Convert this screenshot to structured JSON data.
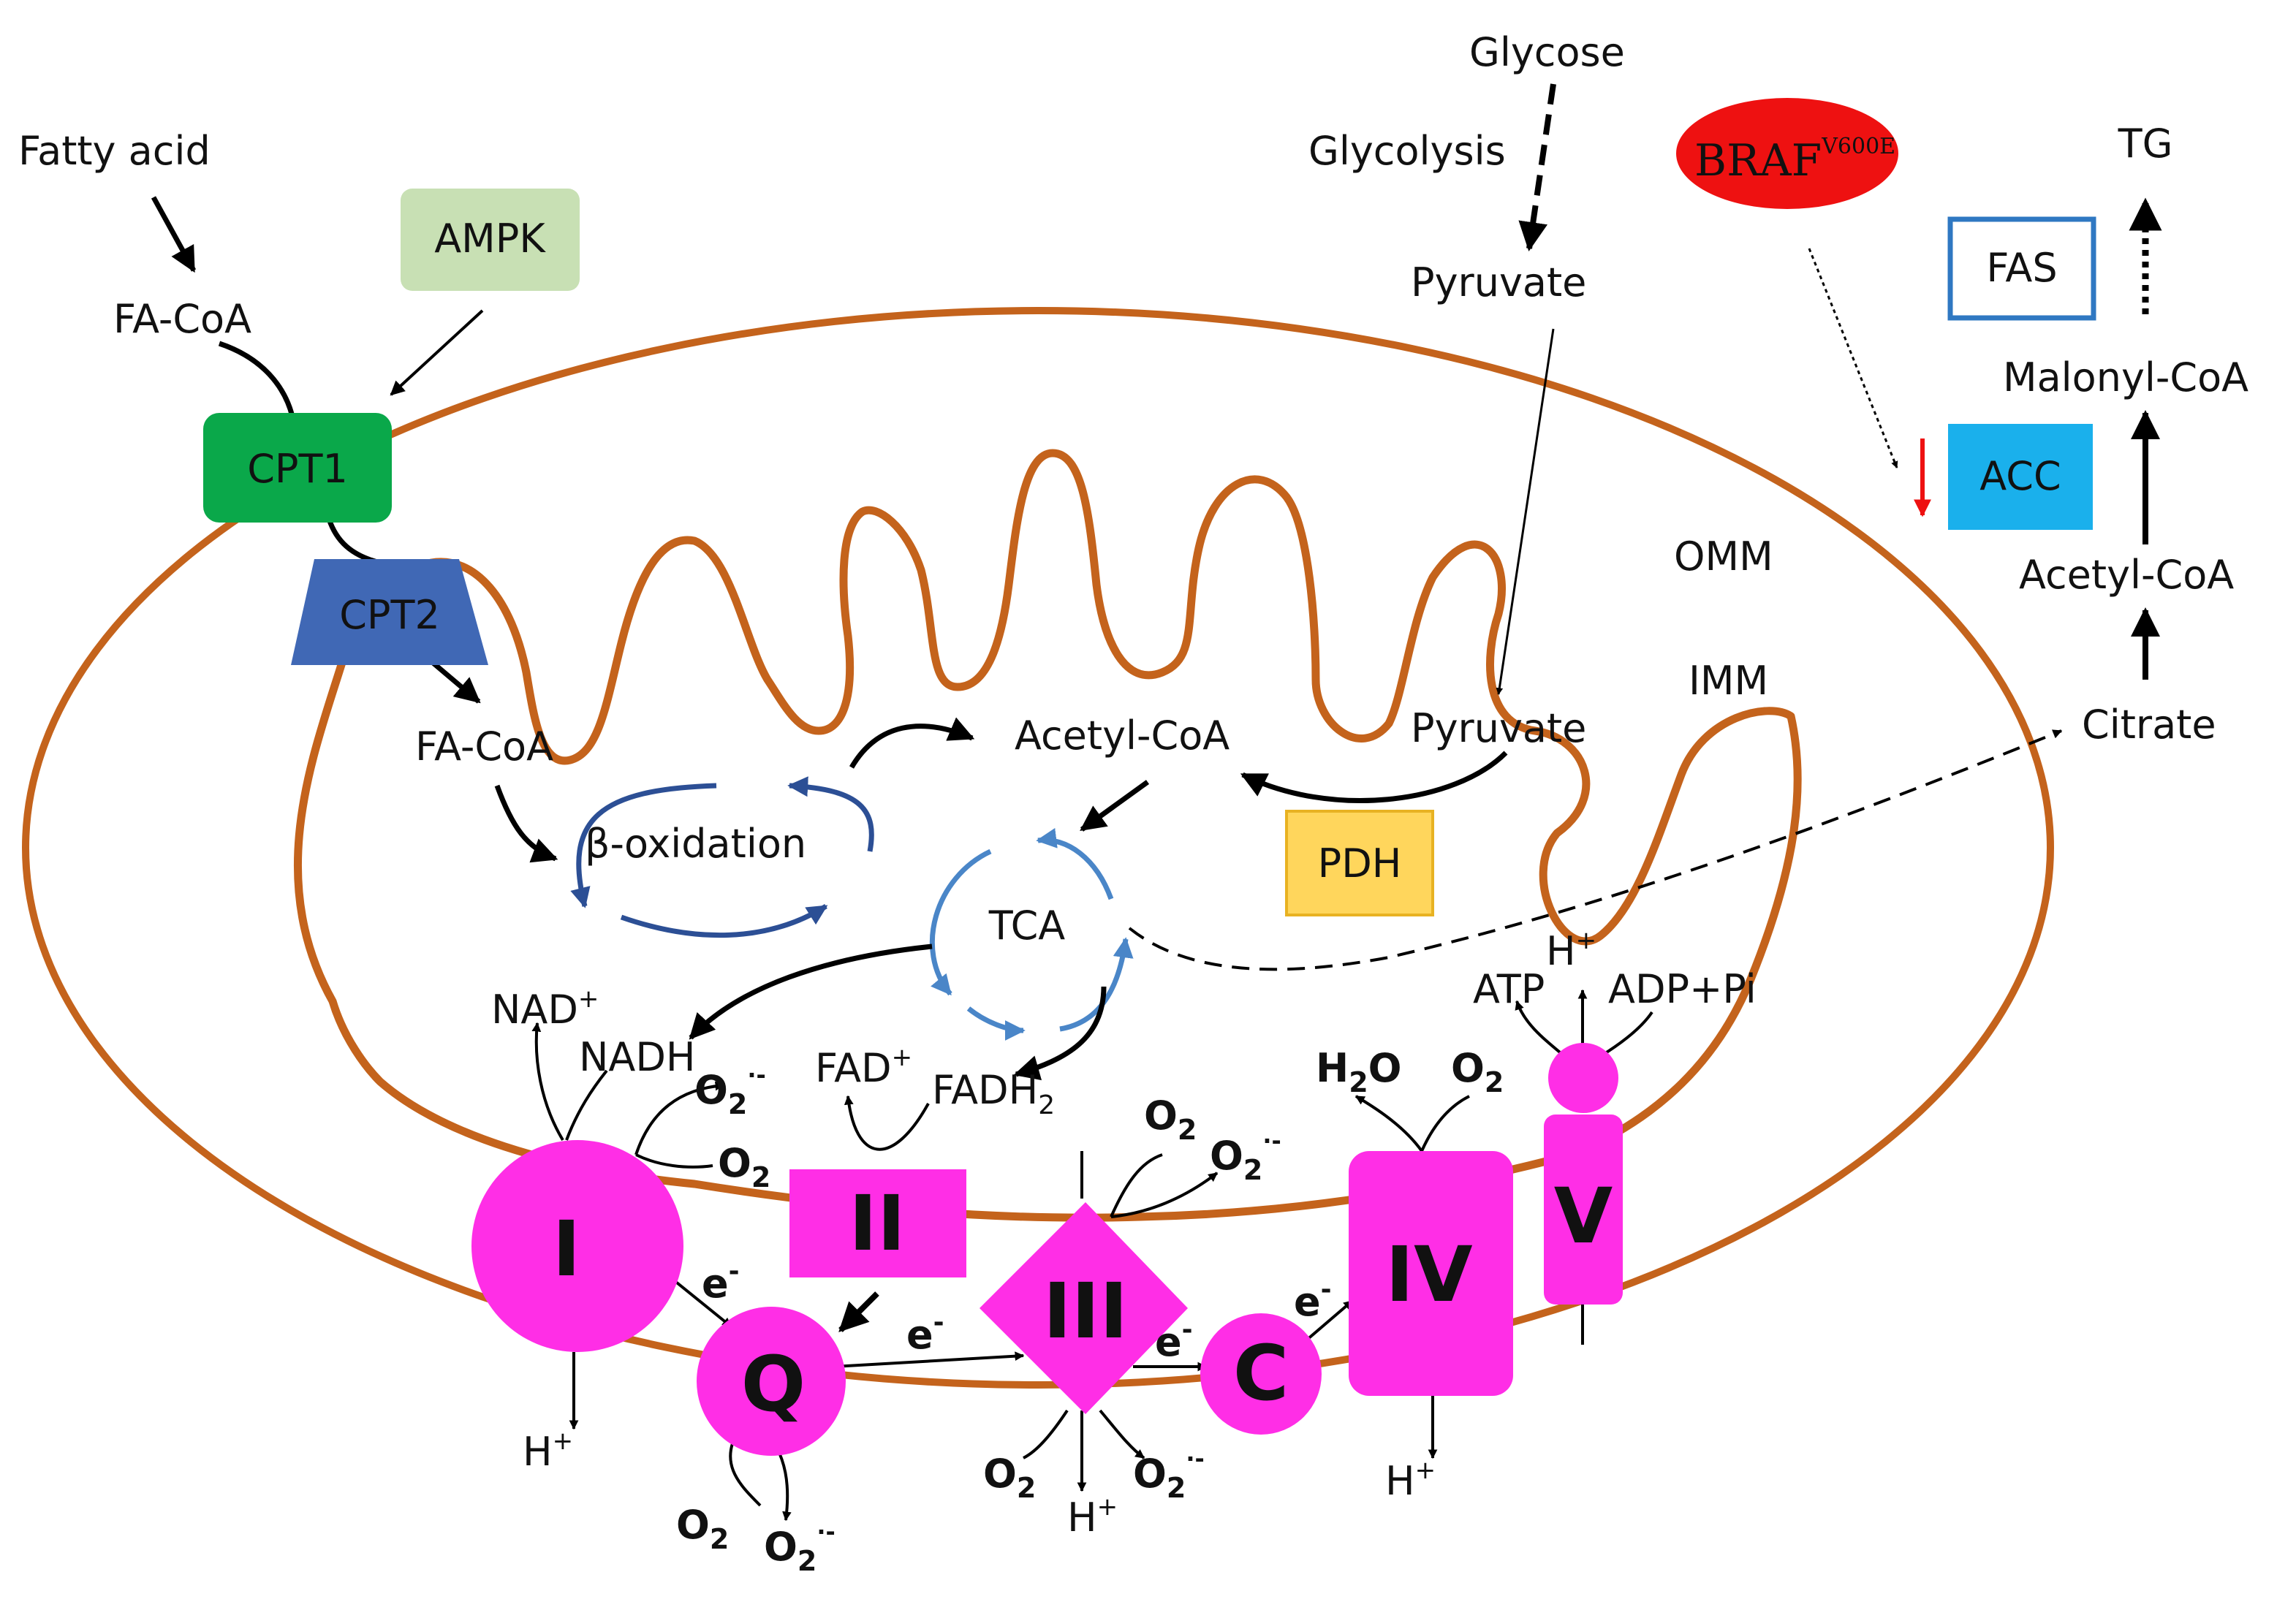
{
  "colors": {
    "membrane": "#c4631c",
    "complex": "#ff2ee6",
    "ampk": "#c8e0b4",
    "cpt1": "#0aa84a",
    "cpt2": "#4068b5",
    "acc": "#1ab0ec",
    "fas_border": "#2f78c2",
    "pdh_fill": "#ffd65c",
    "pdh_border": "#e8b222",
    "braf": "#ee1111",
    "beta_cycle": "#2c4f95",
    "tca_cycle": "#4a86c8"
  },
  "labels": {
    "fatty_acid": "Fatty acid",
    "fa_coa_outer": "FA-CoA",
    "ampk": "AMPK",
    "cpt1": "CPT1",
    "cpt2": "CPT2",
    "fa_coa_inner": "FA-CoA",
    "beta_oxidation": "β-oxidation",
    "acetyl_coa_inner": "Acetyl-CoA",
    "tca": "TCA",
    "glycose": "Glycose",
    "glycolysis": "Glycolysis",
    "pyruvate_outer": "Pyruvate",
    "pyruvate_inner": "Pyruvate",
    "pdh": "PDH",
    "braf": "BRAF",
    "braf_sup": "V600E",
    "tg": "TG",
    "fas": "FAS",
    "malonyl_coa": "Malonyl-CoA",
    "acc": "ACC",
    "acetyl_coa_outer": "Acetyl-CoA",
    "citrate": "Citrate",
    "omm": "OMM",
    "imm": "IMM"
  },
  "complexes": {
    "c1": "I",
    "c2": "II",
    "c3": "III",
    "c4": "IV",
    "c5": "V",
    "q": "Q",
    "c": "C"
  },
  "chem": {
    "nad_plus": "NAD",
    "plus": "+",
    "nadh": "NADH",
    "fad_plus": "FAD",
    "fadh": "FADH",
    "sub2": "2",
    "o": "O",
    "h": "H",
    "radical": "·-",
    "electron": "e",
    "minus": "-",
    "atp": "ATP",
    "adp_pi": "ADP+Pi"
  }
}
